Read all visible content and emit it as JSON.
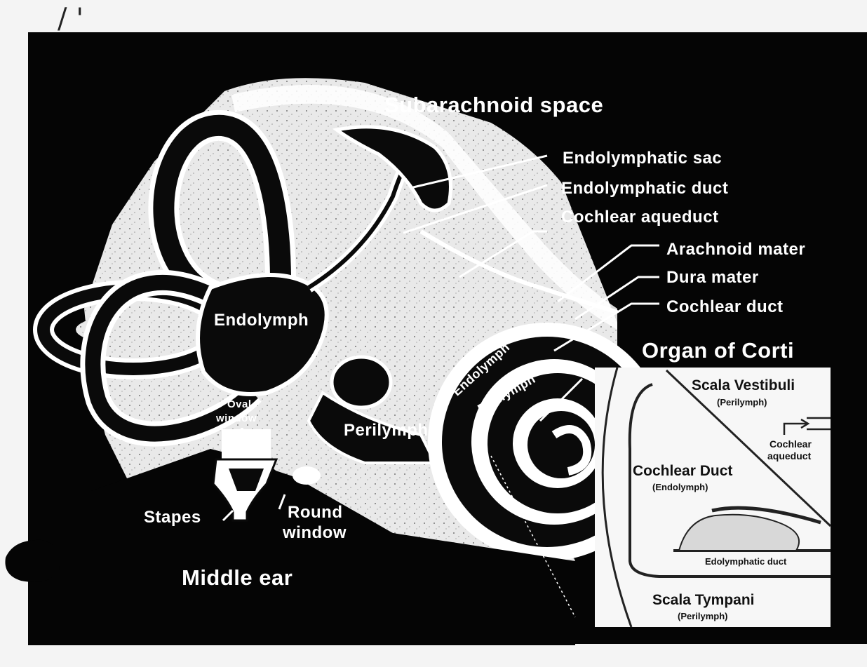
{
  "labels": {
    "subarachnoid_space": "Subarachnoid space",
    "endolymphatic_sac": "Endolymphatic sac",
    "endolymphatic_duct": "Endolymphatic duct",
    "cochlear_aqueduct": "Cochlear aqueduct",
    "arachnoid_mater": "Arachnoid mater",
    "dura_mater": "Dura mater",
    "cochlear_duct": "Cochlear duct",
    "organ_of_corti": "Organ of Corti",
    "endolymph_vestibule": "Endolymph",
    "endolymph_cochlea": "Endolymph",
    "perilymph_cochlea": "Perilymph",
    "perilymph_vestibule": "Perilymph",
    "oval_window_line1": "Oval",
    "oval_window_line2": "window",
    "round_window_line1": "Round",
    "round_window_line2": "window",
    "stapes": "Stapes",
    "middle_ear": "Middle ear"
  },
  "inset": {
    "scala_vestibuli": "Scala Vestibuli",
    "scala_vestibuli_fluid": "(Perilymph)",
    "cochlear_aqueduct_line1": "Cochlear",
    "cochlear_aqueduct_line2": "aqueduct",
    "cochlear_duct": "Cochlear Duct",
    "cochlear_duct_fluid": "(Endolymph)",
    "edolymphatic_duct": "Edolymphatic duct",
    "scala_tympani": "Scala Tympani",
    "scala_tympani_fluid": "(Perilymph)"
  },
  "colors": {
    "background": "#050505",
    "bone": "#ebebeb",
    "membrane": "#ffffff",
    "fluid_dark": "#0a0a0a",
    "inset_bg": "#f7f7f7"
  }
}
